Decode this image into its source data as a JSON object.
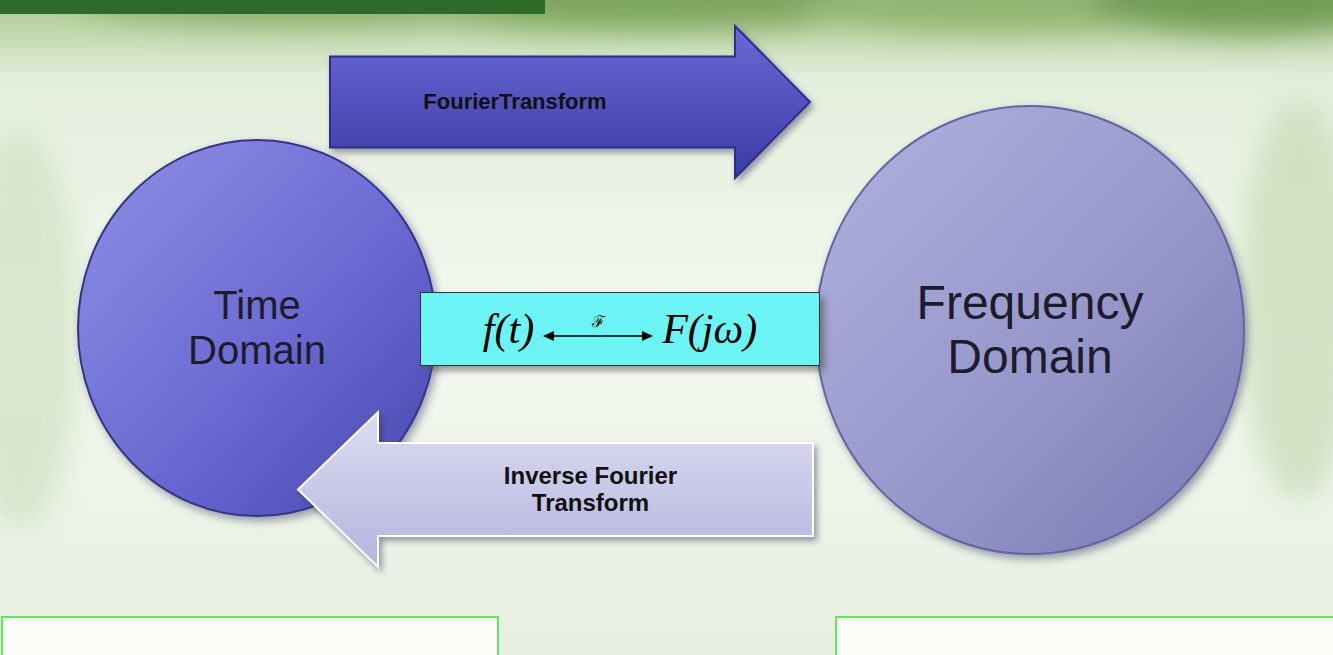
{
  "diagram": {
    "nodes": [
      {
        "text": [
          "FourierTransform"
        ]
      },
      {
        "text": [
          "Time Domain"
        ]
      },
      {
        "text": [
          "f(t)",
          "ℱ",
          "F(jω)"
        ]
      },
      {
        "text": [
          "Frequency Domain"
        ]
      },
      {
        "text": [
          "Inverse Fourier Transform"
        ]
      }
    ]
  }
}
